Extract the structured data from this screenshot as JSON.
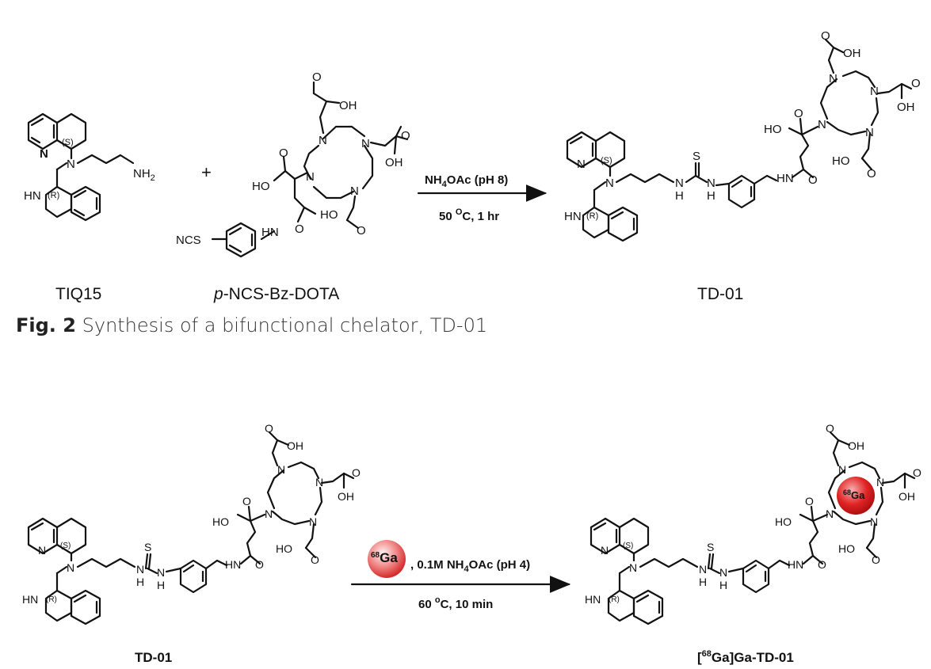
{
  "figure": {
    "fig_label": "Fig. 2",
    "fig_caption": "Synthesis of a bifunctional chelator, TD-01"
  },
  "scheme1": {
    "compound_a": "TIQ15",
    "compound_b": "p-NCS-Bz-DOTA",
    "compound_b_prefix": "p",
    "compound_b_rest": "-NCS-Bz-DOTA",
    "plus": "+",
    "condition_top": "NH4OAc (pH 8)",
    "condition_top_a": "NH",
    "condition_top_sub": "4",
    "condition_top_b": "OAc (pH 8)",
    "condition_bottom_a": "50 ",
    "condition_bottom_sup": "O",
    "condition_bottom_b": "C, 1 hr",
    "product": "TD-01"
  },
  "scheme2": {
    "reactant": "TD-01",
    "reagent_ball_sup": "68",
    "reagent_ball_text": "Ga",
    "condition_top_a": ", 0.1M NH",
    "condition_top_sub": "4",
    "condition_top_b": "OAc (pH 4)",
    "condition_bottom_a": "60 ",
    "condition_bottom_sup": "o",
    "condition_bottom_b": "C, 10 min",
    "product_pre": "[",
    "product_sup": "68",
    "product_rest": "Ga]Ga-TD-01",
    "complex_ball_sup": "68",
    "complex_ball_text": "Ga"
  },
  "atoms": {
    "N": "N",
    "HN": "HN",
    "NH": "NH",
    "H": "H",
    "S": "S",
    "O": "O",
    "OH": "OH",
    "HO": "HO",
    "NCS": "NCS",
    "NH2_a": "NH",
    "NH2_sub": "2",
    "stereo_S": "(S)",
    "stereo_R": "(R)"
  },
  "colors": {
    "ball_center": "#fbe3e3",
    "ball_edge": "#e23a3a",
    "ball_dark": "#c01818"
  }
}
